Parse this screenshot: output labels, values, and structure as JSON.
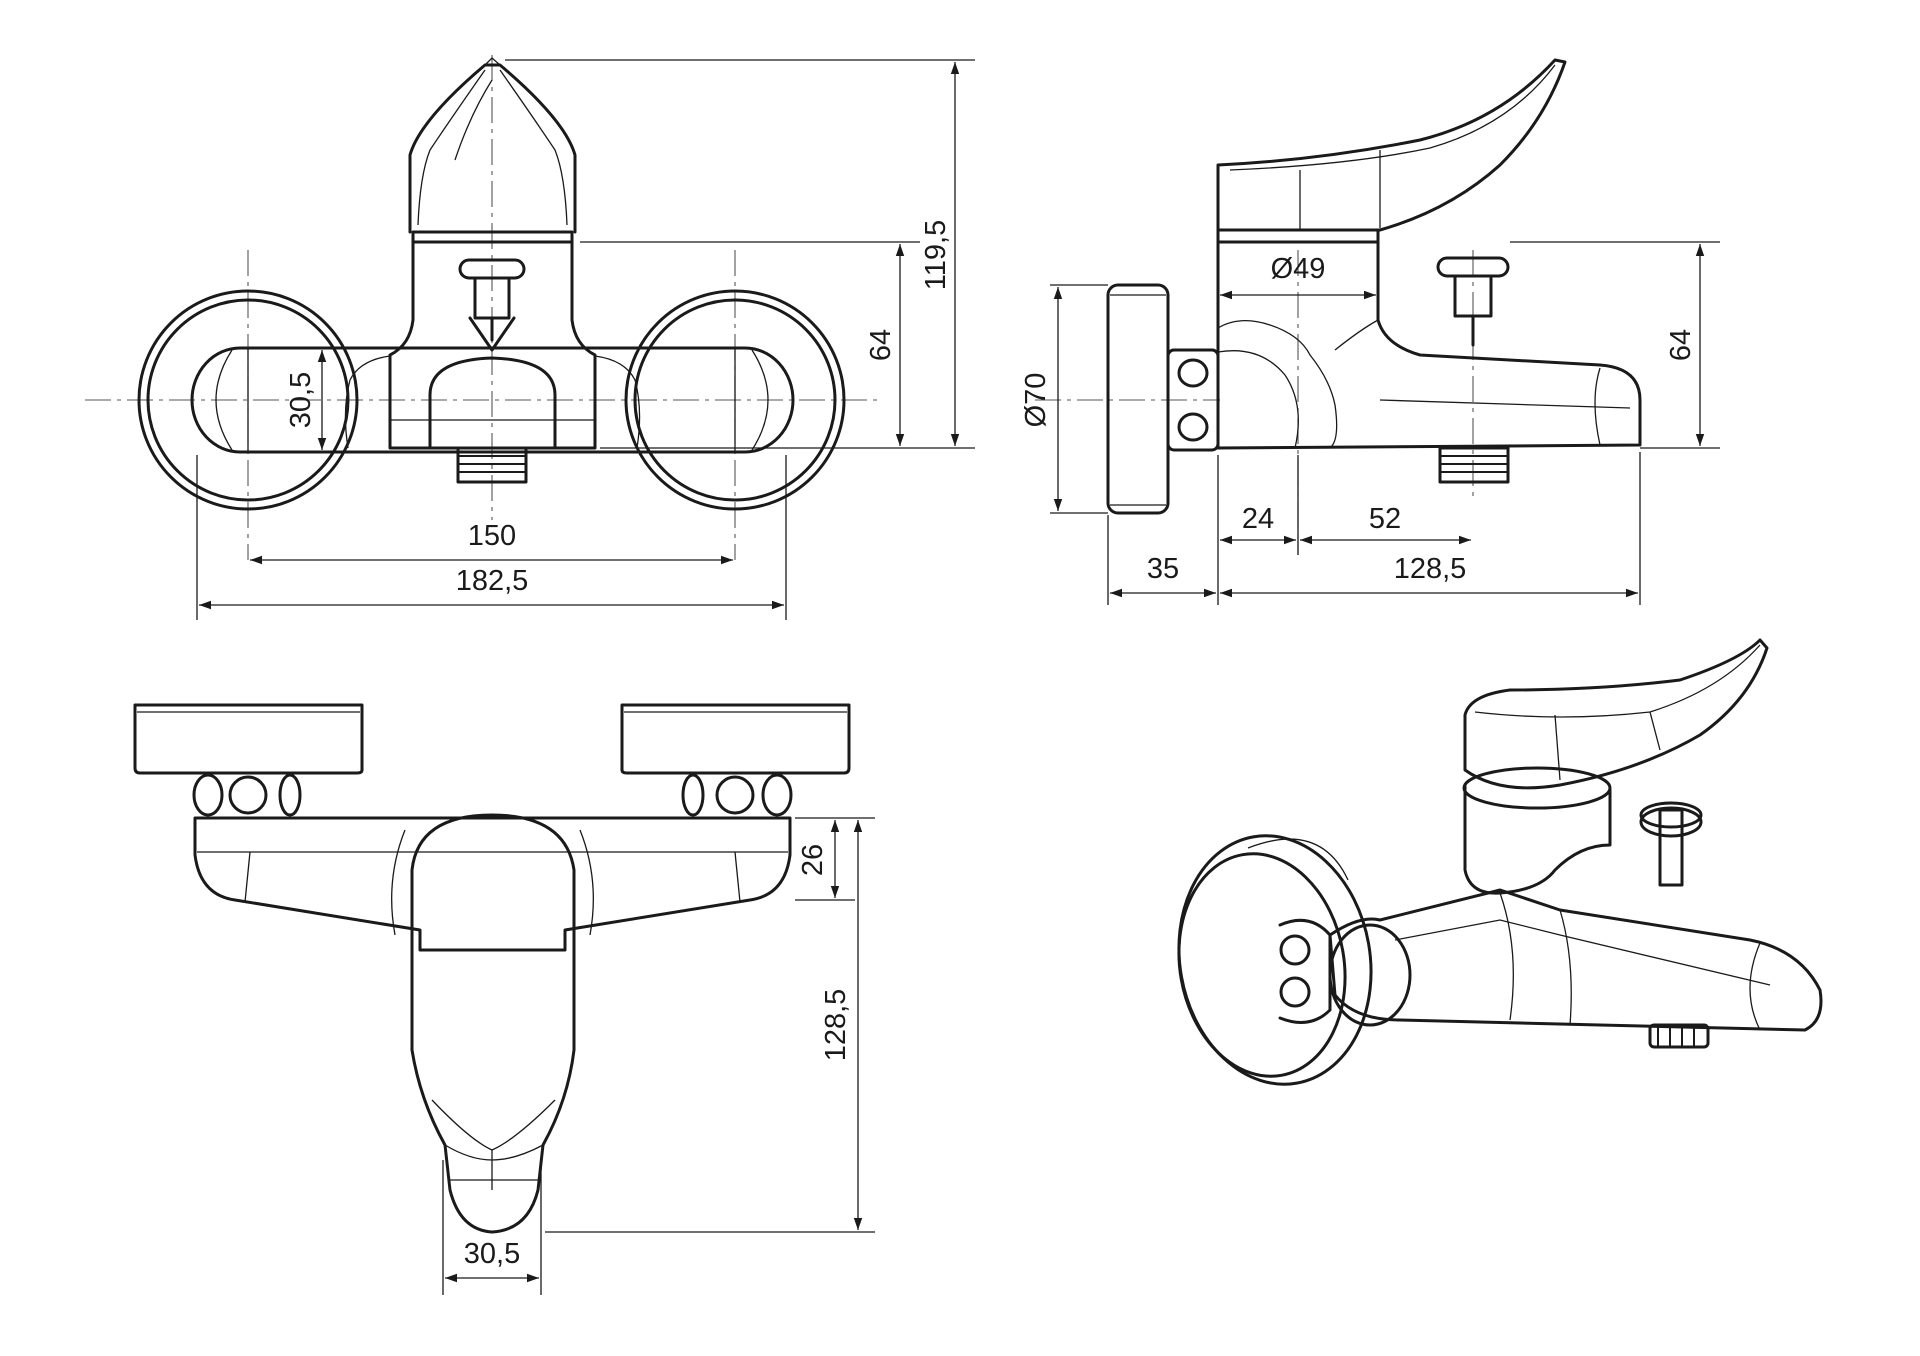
{
  "dimensions": {
    "front_height_total": "119,5",
    "front_height_body": "64",
    "front_pipe_height": "30,5",
    "front_centers": "150",
    "front_overall_width": "182,5",
    "side_body_diameter": "Ø49",
    "side_flange_diameter": "Ø70",
    "side_height_body": "64",
    "side_offset_a": "24",
    "side_offset_b": "52",
    "side_flange_depth": "35",
    "side_projection": "128,5",
    "top_lever_depth": "26",
    "top_projection": "128,5",
    "top_spout_width": "30,5"
  },
  "views": [
    "front-view",
    "side-view",
    "top-view",
    "isometric-view"
  ]
}
